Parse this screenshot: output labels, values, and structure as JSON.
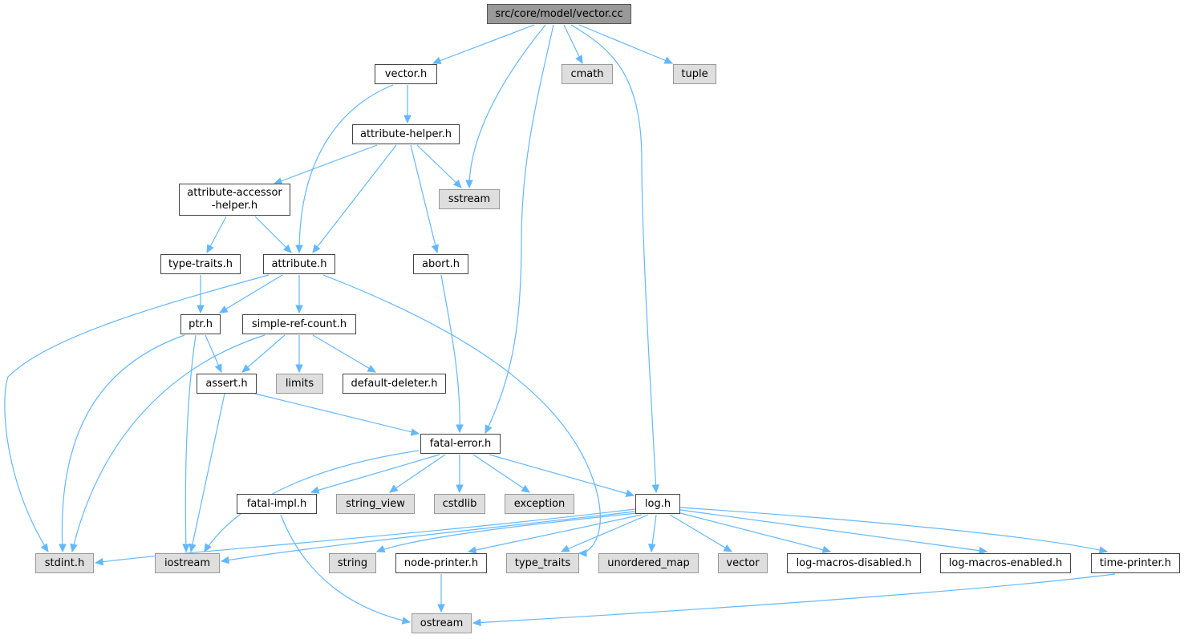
{
  "nodes": {
    "vector_cc": "src/core/model/vector.cc",
    "vector_h": "vector.h",
    "cmath": "cmath",
    "tuple": "tuple",
    "attribute_helper_h": "attribute-helper.h",
    "sstream": "sstream",
    "attribute_accessor_helper_h_1": "attribute-accessor",
    "attribute_accessor_helper_h_2": "-helper.h",
    "type_traits_h": "type-traits.h",
    "attribute_h": "attribute.h",
    "abort_h": "abort.h",
    "ptr_h": "ptr.h",
    "simple_ref_count_h": "simple-ref-count.h",
    "assert_h": "assert.h",
    "limits": "limits",
    "default_deleter_h": "default-deleter.h",
    "fatal_error_h": "fatal-error.h",
    "fatal_impl_h": "fatal-impl.h",
    "string_view": "string_view",
    "cstdlib": "cstdlib",
    "exception": "exception",
    "log_h": "log.h",
    "stdint_h": "stdint.h",
    "iostream": "iostream",
    "string": "string",
    "node_printer_h": "node-printer.h",
    "type_traits": "type_traits",
    "unordered_map": "unordered_map",
    "vector": "vector",
    "log_macros_disabled_h": "log-macros-disabled.h",
    "log_macros_enabled_h": "log-macros-enabled.h",
    "time_printer_h": "time-printer.h",
    "ostream": "ostream"
  },
  "colors": {
    "edge": "#63b8ff",
    "root_fill": "#999999",
    "system_fill": "#dedede",
    "local_fill": "#ffffff"
  }
}
